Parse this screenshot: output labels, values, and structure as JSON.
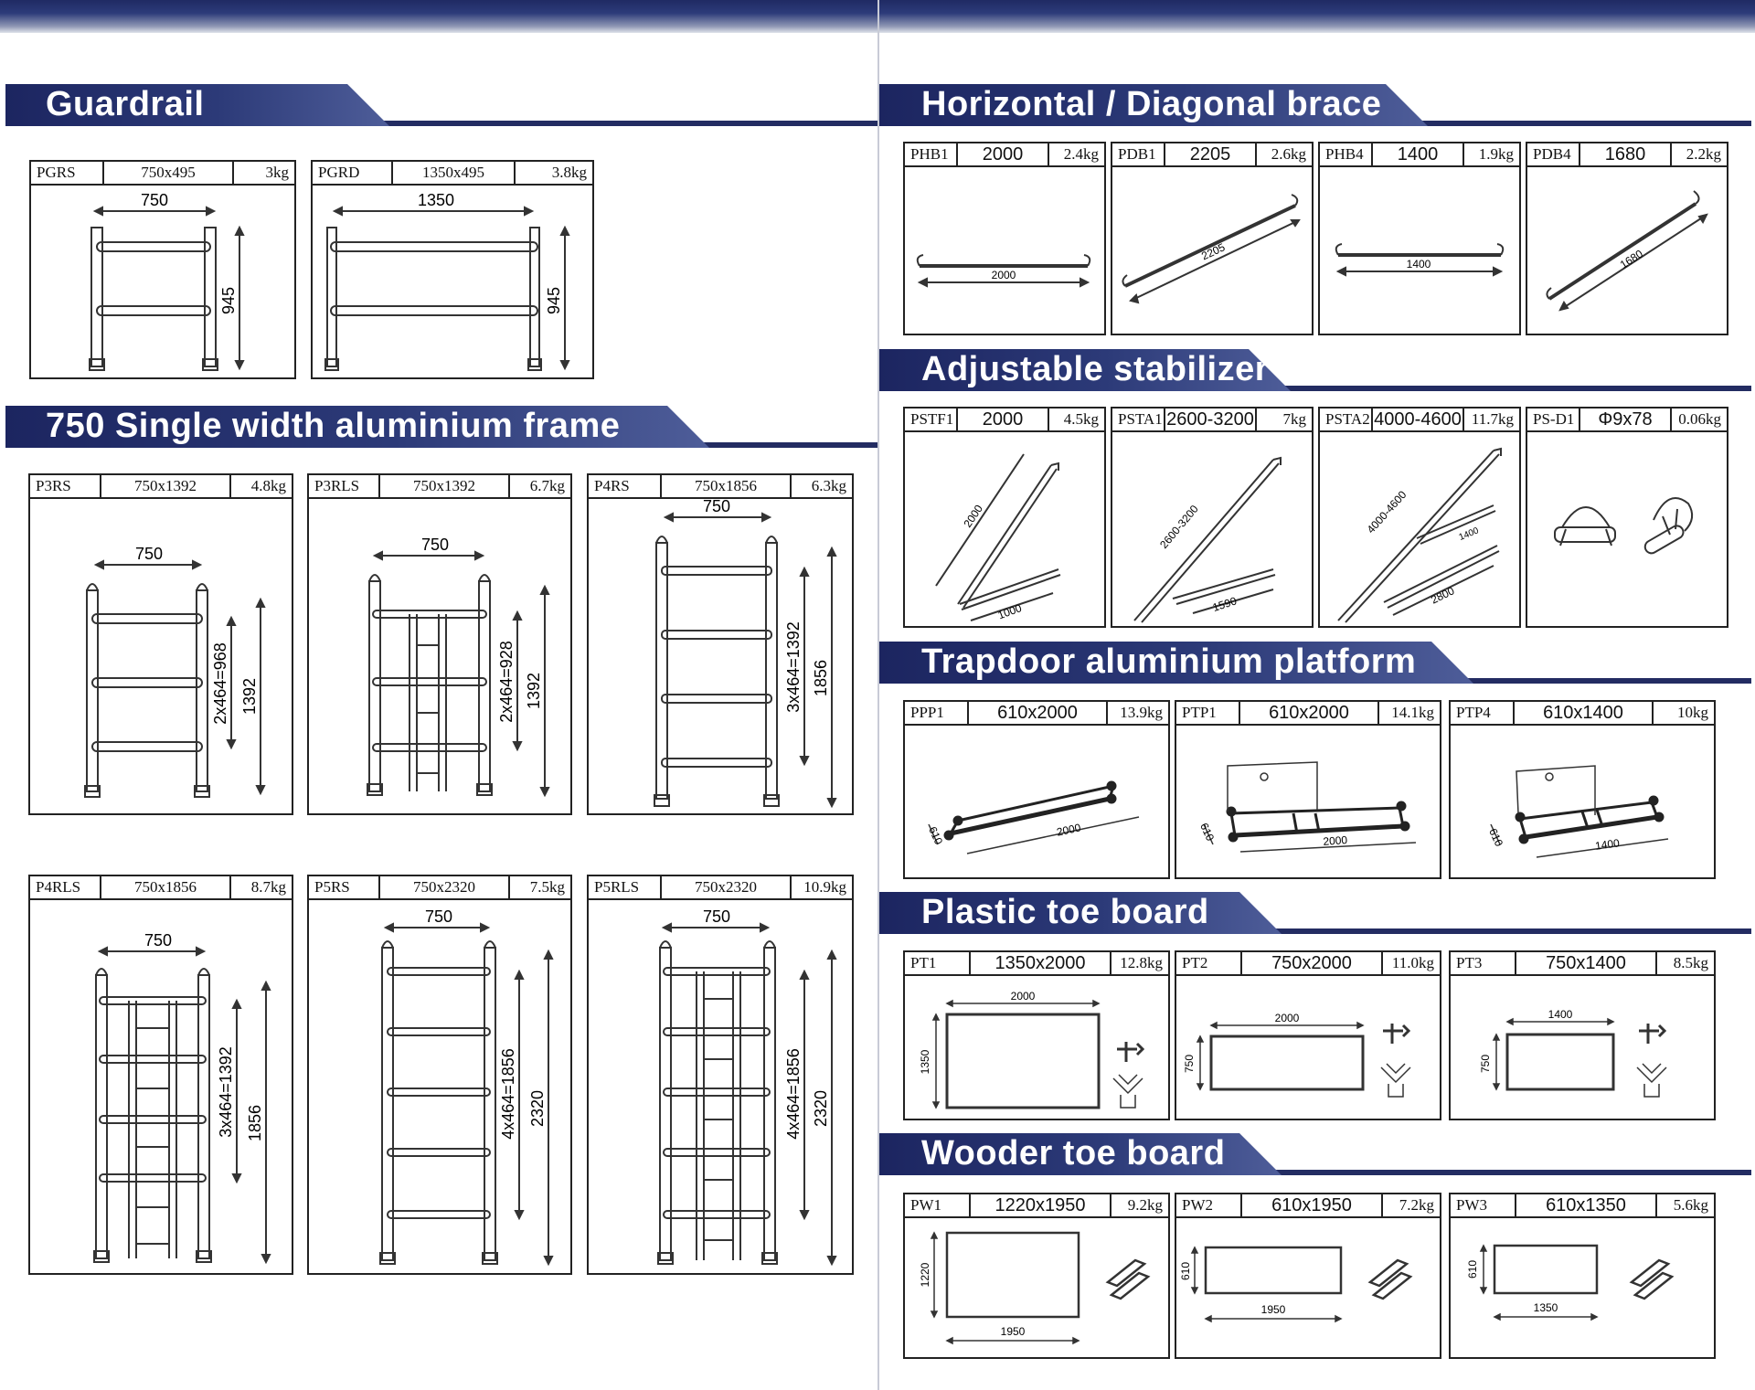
{
  "sections": {
    "guardrail": "Guardrail",
    "frame": "750 Single width aluminium frame",
    "brace": "Horizontal / Diagonal brace",
    "stabilizer": "Adjustable stabilizer",
    "trapdoor": "Trapdoor aluminium platform",
    "plastic": "Plastic toe board",
    "wooden": "Wooder toe board"
  },
  "guardrail": [
    {
      "code": "PGRS",
      "size": "750x495",
      "weight": "3kg",
      "width": "750",
      "height": "945"
    },
    {
      "code": "PGRD",
      "size": "1350x495",
      "weight": "3.8kg",
      "width": "1350",
      "height": "945"
    }
  ],
  "frames": [
    {
      "code": "P3RS",
      "size": "750x1392",
      "weight": "4.8kg",
      "width": "750",
      "inner": "2x464=968",
      "total": "1392"
    },
    {
      "code": "P3RLS",
      "size": "750x1392",
      "weight": "6.7kg",
      "width": "750",
      "inner": "2x464=928",
      "total": "1392"
    },
    {
      "code": "P4RS",
      "size": "750x1856",
      "weight": "6.3kg",
      "width": "750",
      "inner": "3x464=1392",
      "total": "1856"
    },
    {
      "code": "P4RLS",
      "size": "750x1856",
      "weight": "8.7kg",
      "width": "750",
      "inner": "3x464=1392",
      "total": "1856"
    },
    {
      "code": "P5RS",
      "size": "750x2320",
      "weight": "7.5kg",
      "width": "750",
      "inner": "4x464=1856",
      "total": "2320"
    },
    {
      "code": "P5RLS",
      "size": "750x2320",
      "weight": "10.9kg",
      "width": "750",
      "inner": "4x464=1856",
      "total": "2320"
    }
  ],
  "braces": [
    {
      "code": "PHB1",
      "size": "2000",
      "weight": "2.4kg",
      "dim": "2000"
    },
    {
      "code": "PDB1",
      "size": "2205",
      "weight": "2.6kg",
      "dim": "2205"
    },
    {
      "code": "PHB4",
      "size": "1400",
      "weight": "1.9kg",
      "dim": "1400"
    },
    {
      "code": "PDB4",
      "size": "1680",
      "weight": "2.2kg",
      "dim": "1680"
    }
  ],
  "stabilizers": [
    {
      "code": "PSTF1",
      "size": "2000",
      "weight": "4.5kg",
      "long": "2000",
      "short": "1000"
    },
    {
      "code": "PSTA1",
      "size": "2600-3200",
      "weight": "7kg",
      "long": "2600-3200",
      "short": "1590"
    },
    {
      "code": "PSTA2",
      "size": "4000-4600",
      "weight": "11.7kg",
      "long": "4000-4600",
      "short": "2800",
      "extra": "1400"
    },
    {
      "code": "PS-D1",
      "size": "Φ9x78",
      "weight": "0.06kg"
    }
  ],
  "platforms": [
    {
      "code": "PPP1",
      "size": "610x2000",
      "weight": "13.9kg",
      "w": "610",
      "l": "2000"
    },
    {
      "code": "PTP1",
      "size": "610x2000",
      "weight": "14.1kg",
      "w": "610",
      "l": "2000"
    },
    {
      "code": "PTP4",
      "size": "610x1400",
      "weight": "10kg",
      "w": "610",
      "l": "1400"
    }
  ],
  "plastic_boards": [
    {
      "code": "PT1",
      "size": "1350x2000",
      "weight": "12.8kg",
      "l": "2000",
      "w": "1350"
    },
    {
      "code": "PT2",
      "size": "750x2000",
      "weight": "11.0kg",
      "l": "2000",
      "w": "750"
    },
    {
      "code": "PT3",
      "size": "750x1400",
      "weight": "8.5kg",
      "l": "1400",
      "w": "750"
    }
  ],
  "wood_boards": [
    {
      "code": "PW1",
      "size": "1220x1950",
      "weight": "9.2kg",
      "w": "1220",
      "l": "1950"
    },
    {
      "code": "PW2",
      "size": "610x1950",
      "weight": "7.2kg",
      "w": "610",
      "l": "1950"
    },
    {
      "code": "PW3",
      "size": "610x1350",
      "weight": "5.6kg",
      "w": "610",
      "l": "1350"
    }
  ]
}
